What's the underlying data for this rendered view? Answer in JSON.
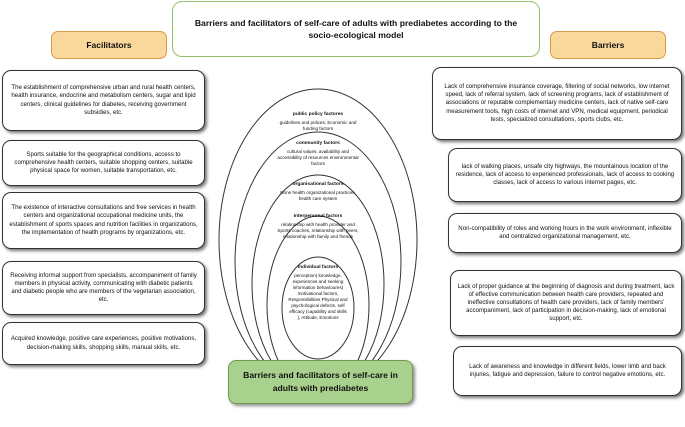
{
  "title": "Barriers and facilitators of self-care of adults with prediabetes according to the socio-ecological model",
  "facilitators_label": "Facilitators",
  "barriers_label": "Barriers",
  "facilitators": [
    "The establishment of comprehensive urban and rural health centers, health insurance, endocrine and metabolism centers, sugar and lipid centers, clinical guidelines for diabetes, receiving government subsidies, etc.",
    "Sports suitable for the geographical conditions, access to comprehensive health centers, suitable shopping centers, suitable physical space for women, suitable transportation, etc.",
    "The existence of interactive consultations and free services in health centers and organizational occupational medicine units, the establishment of sports spaces and nutrition facilities in organizations, the implementation of health programs by organizations, etc.",
    "Receiving informal support from specialists, accompaniment of family members in physical activity, communicating with diabetic patients and diabetic people who are members of the vegetarian association, etc.",
    "Acquired knowledge, positive care experiences, positive motivations, decision-making skills, shopping skills, manual skills, etc."
  ],
  "barriers": [
    "Lack of comprehensive insurance coverage, filtering of social networks, low internet speed, lack of referral system, lack of screening programs, lack of establishment of associations or reputable complementary medicine centers, lack of native self-care measurement tools, high costs of internet and VPN, medical equipment, periodical tests, specialized consultations, sports clubs, etc.",
    "lack of walking places, unsafe city highways, the mountainous location of the residence, lack of access to experienced professionals, lack of access to cooking classes, lack of access to various internet pages, etc.",
    "Non-compatibility of roles and working hours in the work environment, inflexible and centralized organizational management, etc.",
    "Lack of proper guidance at the beginning of diagnosis and during treatment, lack of effective communication between health care providers, repeated and ineffective consultations of health care providers, lack of family members' accompaniment, lack of participation in decision-making, lack of emotional support, etc.",
    "Lack of awareness and knowledge in different fields, lower limb and back injuries, fatigue and depression, failure to control negative emotions, etc."
  ],
  "levels": [
    {
      "heading": "public policy factores",
      "text": "guidelines and polices, Economic and funding factors"
    },
    {
      "heading": "community factors",
      "text": "cultural values, availability and accessibility of resources environmental factors"
    },
    {
      "heading": "organisational factors",
      "text": "None health organizational practices, health care system"
    },
    {
      "heading": "Interpersonal factors",
      "text": "relationship with health provider and Sports coaches, relationship with peers, relationship with family and friends"
    },
    {
      "heading": "Individual factors",
      "text": "perception( knowledge, experiences and seeking information behavioures) motivational factors, Responsibilities Physical and psychological defects, self efficacy (capability and skills ), Attitude, Emotions"
    }
  ],
  "bottom_label": "Barriers and facilitators of self-care in adults with prediabetes"
}
